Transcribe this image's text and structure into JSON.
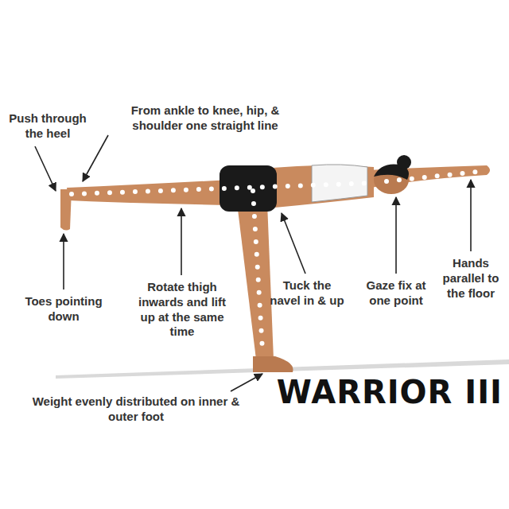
{
  "diagram": {
    "title": "WARRIOR III",
    "labels": [
      "Push through the heel",
      "From ankle to knee, hip, & shoulder one straight line",
      "Toes pointing down",
      "Rotate thigh inwards and lift up at the same time",
      "Tuck the navel in & up",
      "Gaze fix at one point",
      "Hands parallel to the floor",
      "Weight evenly distributed on inner & outer foot"
    ]
  }
}
